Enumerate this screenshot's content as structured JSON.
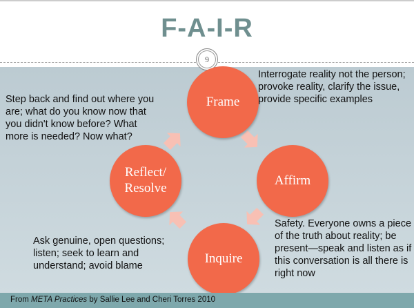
{
  "slide": {
    "title": "F-A-I-R",
    "page_number": "9"
  },
  "stages": [
    {
      "label": "Frame",
      "description": "Interrogate reality not the person; provoke reality, clarify the issue, provide specific examples"
    },
    {
      "label": "Affirm",
      "description": "Safety. Everyone owns a piece of the truth about reality; be present—speak and listen as if this conversation is all there is right now"
    },
    {
      "label": "Inquire",
      "description": "Ask genuine, open questions; listen; seek to learn and understand; avoid blame"
    },
    {
      "label": "Reflect/ Resolve",
      "description": "Step back and find out where you are; what do you know now that you didn't know before? What more is needed? Now what?"
    }
  ],
  "footer": {
    "prefix": "From ",
    "source": "META Practices",
    "suffix": " by Sallie Lee and Cheri Torres 2010"
  },
  "colors": {
    "circle": "#f2694a",
    "arrow": "#f8c0b4",
    "footer": "#7ea8ac",
    "title": "#6f8f8f"
  }
}
